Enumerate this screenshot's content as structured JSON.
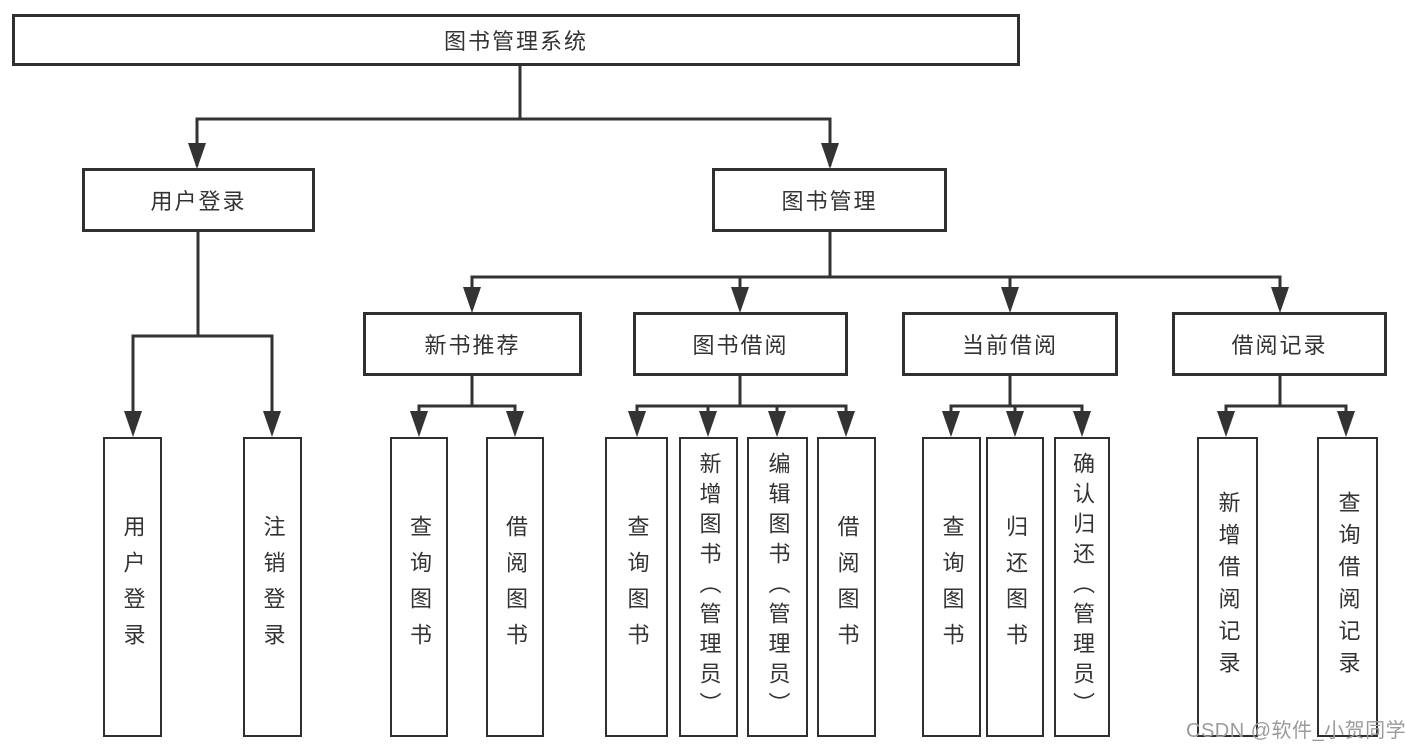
{
  "tree": {
    "root": {
      "label": "图书管理系统"
    },
    "branches": {
      "user_login": {
        "label": "用户登录",
        "leaves": {
          "login": {
            "label": "用户登录"
          },
          "logout": {
            "label": "注销登录"
          }
        }
      },
      "book_management": {
        "label": "图书管理",
        "sections": {
          "new_book_recommend": {
            "label": "新书推荐",
            "leaves": {
              "query_books": {
                "label": "查询图书"
              },
              "borrow_books": {
                "label": "借阅图书"
              }
            }
          },
          "book_borrowing": {
            "label": "图书借阅",
            "leaves": {
              "query_books": {
                "label": "查询图书"
              },
              "add_books_admin": {
                "label": "新增图书（管理员）"
              },
              "edit_books_admin": {
                "label": "编辑图书（管理员）"
              },
              "borrow_books": {
                "label": "借阅图书"
              }
            }
          },
          "current_borrowing": {
            "label": "当前借阅",
            "leaves": {
              "query_books": {
                "label": "查询图书"
              },
              "return_books": {
                "label": "归还图书"
              },
              "confirm_return_admin": {
                "label": "确认归还（管理员）"
              }
            }
          },
          "borrowing_records": {
            "label": "借阅记录",
            "leaves": {
              "add_borrow_record": {
                "label": "新增借阅记录"
              },
              "query_borrow_record": {
                "label": "查询借阅记录"
              }
            }
          }
        }
      }
    }
  },
  "watermark": {
    "text": "CSDN @软件_小贺同学"
  },
  "colors": {
    "line": "#333333",
    "text": "#333333",
    "box_background": "#ffffff",
    "watermark": "#9b9b9b"
  }
}
